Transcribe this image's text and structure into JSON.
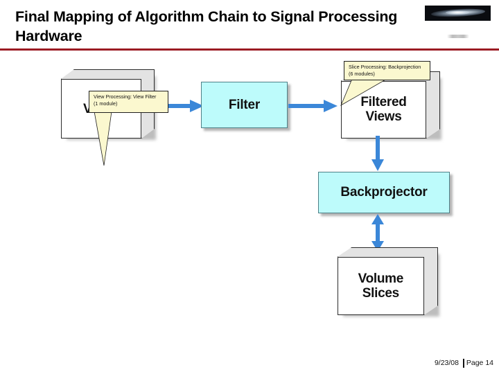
{
  "slide": {
    "title": "Final Mapping of Algorithm Chain to Signal Processing Hardware",
    "rule_color": "#9b1b23"
  },
  "logo": {
    "name": "galaxy-logo",
    "background": "#0a0c10"
  },
  "diagram": {
    "nodes": [
      {
        "id": "views",
        "type": "box3d",
        "label": "Views"
      },
      {
        "id": "filter",
        "type": "procbox",
        "label": "Filter",
        "fill": "#bdfbfb"
      },
      {
        "id": "filtered_views",
        "type": "box3d",
        "label": "Filtered\nViews",
        "label_line1": "Filtered",
        "label_line2": "Views"
      },
      {
        "id": "backprojector",
        "type": "procbox",
        "label": "Backprojector",
        "fill": "#bdfbfb"
      },
      {
        "id": "volume_slices",
        "type": "box3d",
        "label_line1": "Volume",
        "label_line2": "Slices"
      }
    ],
    "arrows": [
      {
        "id": "views-to-filter",
        "from": "views",
        "to": "filter",
        "direction": "right",
        "color": "#3b87d8"
      },
      {
        "id": "filter-to-filtered-views",
        "from": "filter",
        "to": "filtered_views",
        "direction": "right",
        "color": "#3b87d8"
      },
      {
        "id": "filtered-views-to-backprojector",
        "from": "filtered_views",
        "to": "backprojector",
        "direction": "down",
        "color": "#3b87d8"
      },
      {
        "id": "backprojector-volume-slices",
        "from": "backprojector",
        "to": "volume_slices",
        "direction": "both",
        "color": "#3b87d8"
      }
    ],
    "callouts": [
      {
        "id": "view-processing",
        "line1": "View Processing: View Filter",
        "line2": "(1 module)",
        "fill": "#fbf8cf"
      },
      {
        "id": "slice-processing",
        "line1": "Slice Processing: Backprojection",
        "line2": "(6 modules)",
        "fill": "#fbf8cf"
      }
    ]
  },
  "footer": {
    "date": "9/23/08",
    "page": "Page 14"
  }
}
